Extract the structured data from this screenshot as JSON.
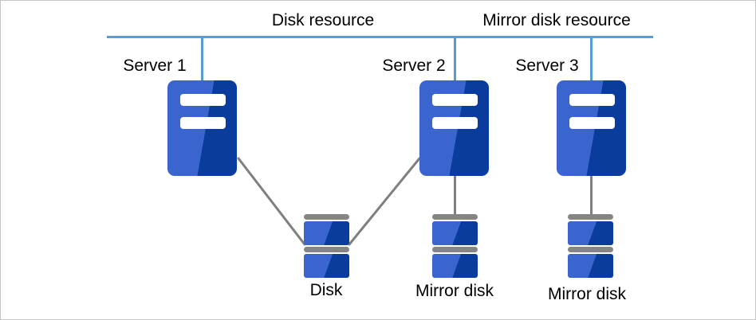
{
  "diagram": {
    "bus": {
      "disk_resource_label": "Disk resource",
      "mirror_disk_resource_label": "Mirror disk resource"
    },
    "servers": [
      {
        "label": "Server 1"
      },
      {
        "label": "Server 2"
      },
      {
        "label": "Server 3"
      }
    ],
    "storage": [
      {
        "label": "Disk",
        "type": "shared-disk"
      },
      {
        "label": "Mirror disk",
        "type": "mirror-disk"
      },
      {
        "label": "Mirror disk",
        "type": "mirror-disk"
      }
    ],
    "colors": {
      "bus_blue": "#5b9bd5",
      "connector_gray": "#7f7f7f",
      "icon_blue_light": "#3b65ce",
      "icon_blue_dark": "#0a3c9e",
      "platter_gray": "#858585",
      "text": "#000000",
      "background": "#ffffff",
      "frame_border": "#c6c6c6"
    }
  }
}
